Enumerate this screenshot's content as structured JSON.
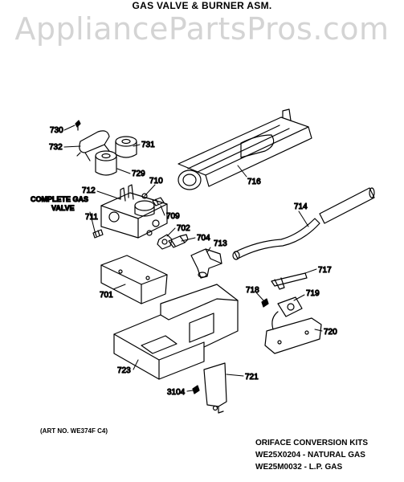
{
  "title": "GAS VALVE & BURNER ASM.",
  "watermark": "AppliancePartsPros.com",
  "art_no": "(ART NO. WE374F C4)",
  "complete_gas_valve": [
    "COMPLETE GAS",
    "VALVE"
  ],
  "orifice_kits": {
    "heading": "ORIFACE CONVERSION KITS",
    "kits": [
      "WE25X0204 - NATURAL GAS",
      "WE25M0032 - L.P. GAS"
    ]
  },
  "parts": {
    "p730": "730",
    "p732": "732",
    "p731": "731",
    "p729": "729",
    "p712": "712",
    "p710": "710",
    "p716": "716",
    "p711": "711",
    "p709": "709",
    "p714": "714",
    "p702": "702",
    "p704": "704",
    "p713": "713",
    "p717": "717",
    "p701": "701",
    "p718": "718",
    "p719": "719",
    "p720": "720",
    "p723": "723",
    "p721": "721",
    "p3104": "3104"
  }
}
